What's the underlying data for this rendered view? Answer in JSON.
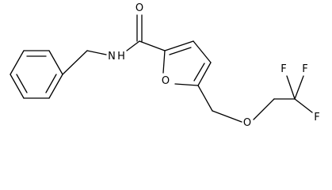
{
  "molecule": {
    "atom_labels": {
      "carbonyl_oxygen": "O",
      "amide_nitrogen": "N",
      "amide_hydrogen": "H",
      "furan_oxygen": "O",
      "ether_oxygen": "O",
      "fluorine_top_left": "F",
      "fluorine_top_right": "F",
      "fluorine_right": "F"
    }
  },
  "colors": {
    "bond": "#000000",
    "label": "#000000",
    "background": "#ffffff"
  }
}
